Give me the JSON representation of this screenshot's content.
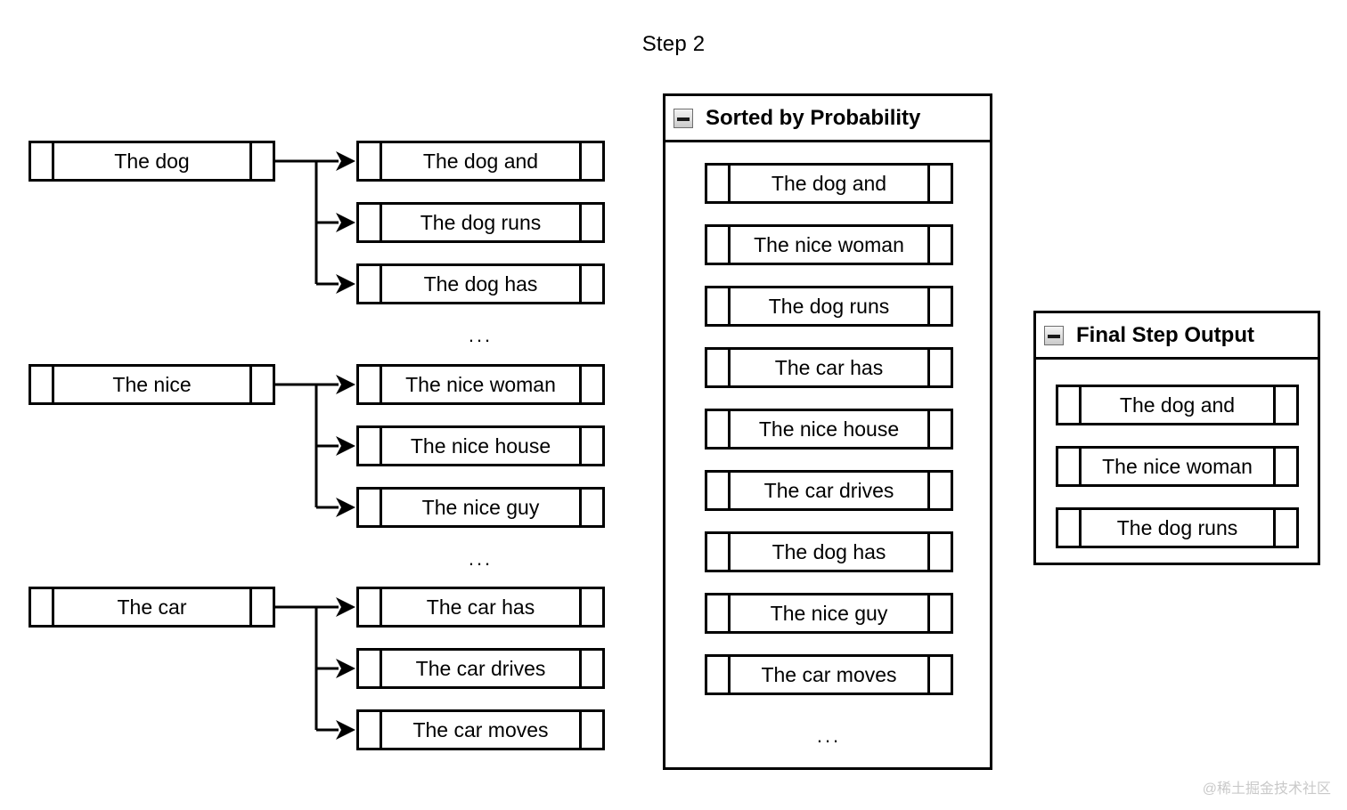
{
  "page": {
    "title": "Step 2",
    "watermark": "@稀土掘金技术社区",
    "ellipsis": "..."
  },
  "icons": {
    "collapse": "minus-collapse-icon"
  },
  "beam_search": {
    "groups": [
      {
        "parent": "The dog",
        "children": [
          "The dog and",
          "The dog runs",
          "The dog has"
        ]
      },
      {
        "parent": "The nice",
        "children": [
          "The nice woman",
          "The nice house",
          "The nice guy"
        ]
      },
      {
        "parent": "The car",
        "children": [
          "The car has",
          "The car drives",
          "The car moves"
        ]
      }
    ],
    "separators": [
      "...",
      "..."
    ]
  },
  "sorted_panel": {
    "title": "Sorted by Probability",
    "items": [
      "The dog and",
      "The nice woman",
      "The dog runs",
      "The car has",
      "The nice house",
      "The car drives",
      "The dog has",
      "The nice guy",
      "The car moves"
    ],
    "footer_ellipsis": "..."
  },
  "final_panel": {
    "title": "Final Step Output",
    "items": [
      "The dog and",
      "The nice woman",
      "The dog runs"
    ]
  },
  "colors": {
    "stroke": "#000000",
    "background": "#ffffff",
    "watermark": "#c9c9c9"
  }
}
